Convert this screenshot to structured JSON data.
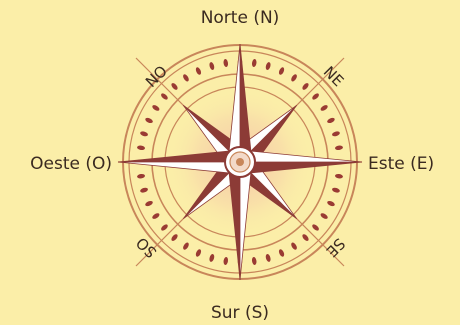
{
  "labels": {
    "north": "Norte (N)",
    "south": "Sur (S)",
    "east": "Este (E)",
    "west": "Oeste (O)",
    "northeast": "NE",
    "northwest": "NO",
    "southeast": "SE",
    "southwest": "SO"
  },
  "colors": {
    "background": "#fbeea8",
    "ring": "#c8865a",
    "star_dark": "#8c3b36",
    "star_light": "#ffffff",
    "dots": "#9a3b33",
    "text": "#3a2a20"
  }
}
